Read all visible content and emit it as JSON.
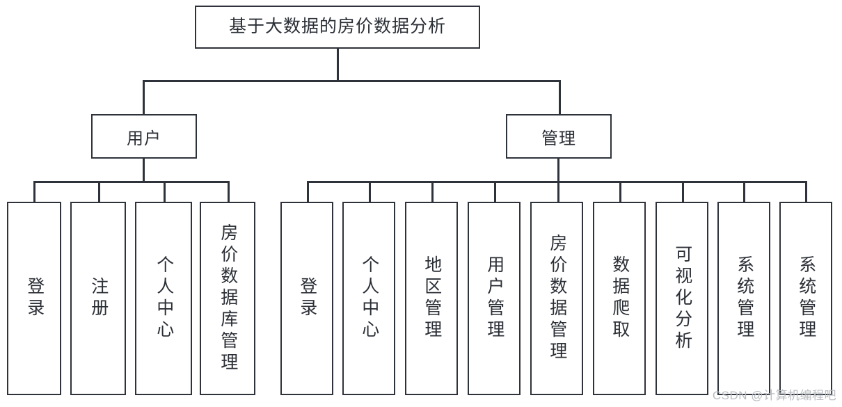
{
  "diagram": {
    "type": "tree-hierarchy",
    "title": "基于大数据的房价数据分析",
    "root": {
      "label": "基于大数据的房价数据分析"
    },
    "branches": [
      {
        "label": "用户",
        "leaves": [
          {
            "label": "登录"
          },
          {
            "label": "注册"
          },
          {
            "label": "个人中心"
          },
          {
            "label": "房价数据库管理"
          }
        ]
      },
      {
        "label": "管理",
        "leaves": [
          {
            "label": "登录"
          },
          {
            "label": "个人中心"
          },
          {
            "label": "地区管理"
          },
          {
            "label": "用户管理"
          },
          {
            "label": "房价数据管理"
          },
          {
            "label": "数据爬取"
          },
          {
            "label": "可视化分析"
          },
          {
            "label": "系统管理"
          },
          {
            "label": "系统管理"
          }
        ]
      }
    ],
    "colors": {
      "border": "#2e333b",
      "text": "#2b2f36",
      "background": "#ffffff",
      "watermark": "#b9bcc1"
    }
  },
  "watermark": {
    "text": "CSDN @计算机编程吧"
  }
}
